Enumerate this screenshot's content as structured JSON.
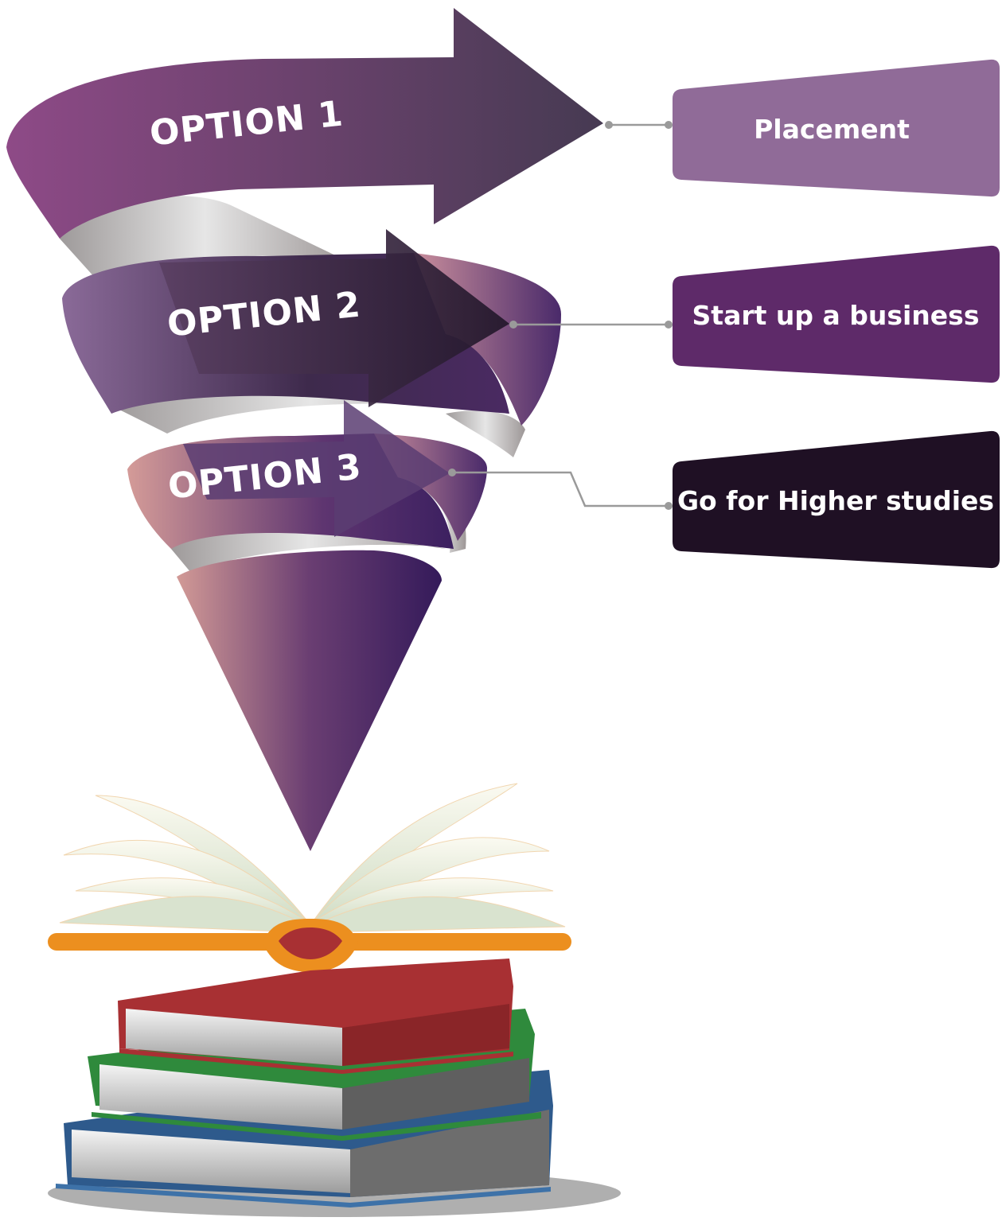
{
  "options": [
    {
      "label": "OPTION 1",
      "result": "Placement",
      "box_color": "#906b98"
    },
    {
      "label": "OPTION 2",
      "result": "Start up a business",
      "box_color": "#5e2a69"
    },
    {
      "label": "OPTION 3",
      "result": "Go for Higher studies",
      "box_color": "#1f1024"
    }
  ],
  "colors": {
    "spiral_purple": "#8b4a88",
    "spiral_dark": "#3d2848",
    "spiral_pink": "#d29a9a",
    "ribbon_silver": "#c9c9c9",
    "book_red": "#a83033",
    "book_green": "#2f8a3c",
    "book_blue": "#2e5a8c",
    "bookmark_orange": "#ec8f1f"
  },
  "icons": [
    "funnel-spiral-graphic",
    "open-book-icon",
    "book-stack-icon"
  ]
}
